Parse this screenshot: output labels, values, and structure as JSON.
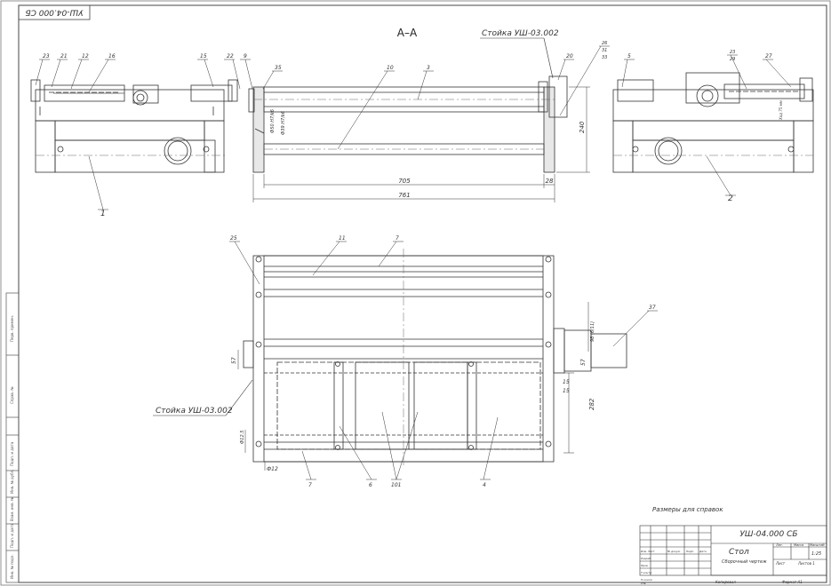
{
  "stamp_top": "УШ-04.000 СБ",
  "section_title": "A–A",
  "stand_ref_top": "Стойка УШ-03.002",
  "stand_ref_left": "Стойка УШ-03.002",
  "note": "Размеры для справок",
  "dims": {
    "d705": "705",
    "d761": "761",
    "d28": "28",
    "d240": "240",
    "phi_a": "Ф50 H7/k6",
    "phi_b": "Ф39 H7/k6",
    "d57a": "57",
    "d57b": "57",
    "d15": "15",
    "d282": "282",
    "d125": "Ф12.5",
    "d12": "Ф12",
    "d9b": "98 (6/11)",
    "h_small": "Ход 75 мм"
  },
  "balloons": {
    "b23": "23",
    "b21": "21",
    "b12": "12",
    "b16": "16",
    "b15a": "15",
    "b22": "22",
    "b9": "9",
    "b35": "35",
    "b10": "10",
    "b3": "3",
    "b20": "20",
    "b26": "26",
    "b31": "31",
    "b33": "33",
    "b5": "5",
    "b23b": "23",
    "b29": "29",
    "b27": "27",
    "b1": "1",
    "b2": "2",
    "b25": "25",
    "b11": "11",
    "b7a": "7",
    "b37": "37",
    "b15b": "15",
    "b7b": "7",
    "b6": "6",
    "b101": "101",
    "b4": "4"
  },
  "title_block": {
    "designation": "УШ-04.000 СБ",
    "name": "Стол",
    "doc_type": "Сборочный чертеж",
    "scale": "1:25",
    "col_lit": "Лит.",
    "col_mass": "Масса",
    "col_scale": "Масштаб",
    "sheet": "Лист",
    "sheets": "Листов  1",
    "r_izm": "Изм. Лист",
    "r_ndok": "№ докум.",
    "r_podp": "Подп.",
    "r_data": "Дата",
    "r_razrab": "Разраб.",
    "r_prov": "Пров.",
    "r_tkontr": "Т.контр.",
    "r_nkontr": "Н.контр.",
    "r_utv": "Утв.",
    "copied": "Копировал",
    "format": "Формат   А1"
  },
  "side_stamps": [
    "Перв. примен.",
    "Справ. №",
    "Подп. и дата",
    "Инв. № дубл.",
    "Взам. инв. №",
    "Подп. и дата",
    "Инв. № подл."
  ]
}
